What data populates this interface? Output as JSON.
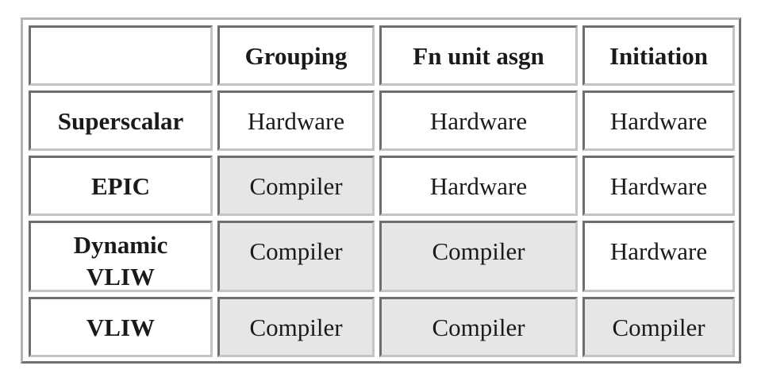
{
  "table": {
    "header": [
      "",
      "Grouping",
      "Fn unit asgn",
      "Initiation"
    ],
    "rows": [
      {
        "label": "Superscalar",
        "cells": [
          "Hardware",
          "Hardware",
          "Hardware"
        ]
      },
      {
        "label": "EPIC",
        "cells": [
          "Compiler",
          "Hardware",
          "Hardware"
        ]
      },
      {
        "label_line1": "Dynamic",
        "label_line2": "VLIW",
        "cells": [
          "Compiler",
          "Compiler",
          "Hardware"
        ]
      },
      {
        "label": "VLIW",
        "cells": [
          "Compiler",
          "Compiler",
          "Compiler"
        ]
      }
    ]
  },
  "colors": {
    "compiler_cell": "#e6e6e6",
    "hardware_cell": "#ffffff"
  }
}
